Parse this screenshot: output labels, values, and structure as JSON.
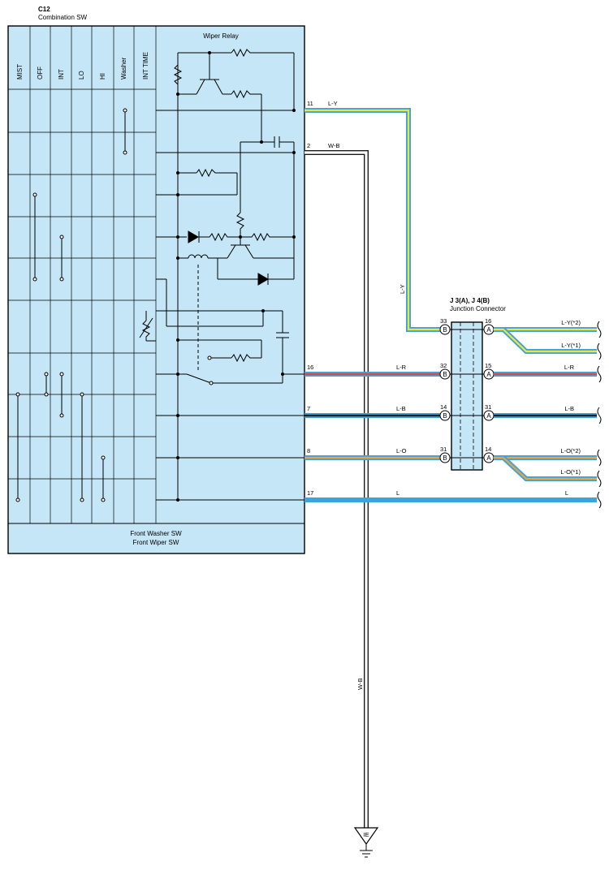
{
  "component": {
    "code": "C12",
    "name": "Combination SW",
    "columns": [
      "MIST",
      "OFF",
      "INT",
      "LO",
      "HI",
      "Washer",
      "INT TIME"
    ],
    "relay_label": "Wiper Relay",
    "bottom_label_1": "Front Washer SW",
    "bottom_label_2": "Front Wiper SW"
  },
  "pins": [
    {
      "pin": "11",
      "wire": "L-Y"
    },
    {
      "pin": "2",
      "wire": "W-B"
    },
    {
      "pin": "16",
      "wire": "L-R"
    },
    {
      "pin": "7",
      "wire": "L-B"
    },
    {
      "pin": "8",
      "wire": "L-O"
    },
    {
      "pin": "17",
      "wire": "L"
    }
  ],
  "vertical_wires": {
    "ly": "L-Y",
    "wb": "W-B"
  },
  "junction": {
    "title": "J 3(A), J 4(B)",
    "subtitle": "Junction Connector",
    "rows": [
      {
        "in_pin": "33",
        "in_side": "B",
        "out_pin": "16",
        "out_side": "A",
        "outputs": [
          "L-Y(*2)",
          "L-Y(*1)"
        ]
      },
      {
        "in_pin": "32",
        "in_side": "B",
        "out_pin": "15",
        "out_side": "A",
        "outputs": [
          "L-R"
        ]
      },
      {
        "in_pin": "14",
        "in_side": "B",
        "out_pin": "31",
        "out_side": "A",
        "outputs": [
          "L-B"
        ]
      },
      {
        "in_pin": "31",
        "in_side": "B",
        "out_pin": "14",
        "out_side": "A",
        "outputs": [
          "L-O(*2)",
          "L-O(*1)"
        ]
      }
    ],
    "l_output": "L"
  },
  "ground": {
    "label": "IE"
  },
  "colors": {
    "panel": "#c5e6f6",
    "light_blue": "#3aa4dc",
    "yellow": "#f5e33a",
    "red": "#e14646",
    "orange": "#f2a23c",
    "black": "#1a1a1a"
  }
}
